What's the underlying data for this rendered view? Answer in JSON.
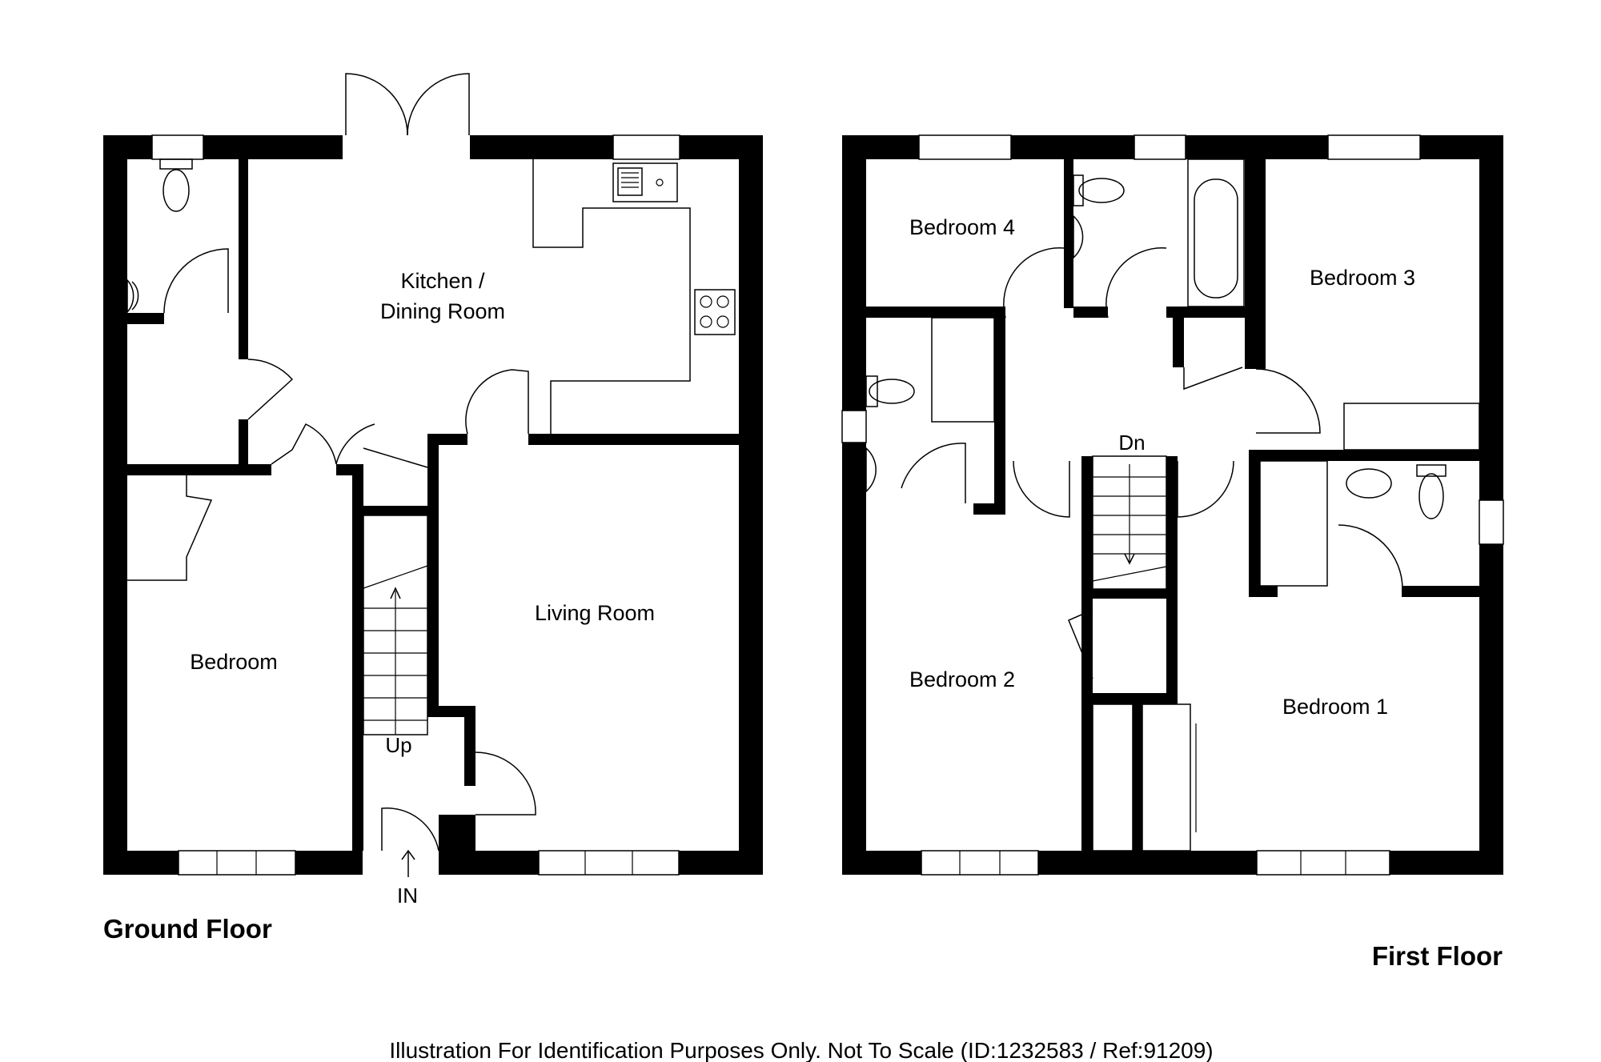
{
  "ground_floor": {
    "title": "Ground Floor",
    "rooms": {
      "kitchen_line1": "Kitchen /",
      "kitchen_line2": "Dining Room",
      "living": "Living Room",
      "bedroom": "Bedroom"
    },
    "stairs_label": "Up",
    "entrance_label": "IN"
  },
  "first_floor": {
    "title": "First Floor",
    "rooms": {
      "bedroom1": "Bedroom 1",
      "bedroom2": "Bedroom 2",
      "bedroom3": "Bedroom 3",
      "bedroom4": "Bedroom 4"
    },
    "stairs_label": "Dn"
  },
  "footer": "Illustration For Identification Purposes Only. Not To Scale (ID:1232583 / Ref:91209)"
}
